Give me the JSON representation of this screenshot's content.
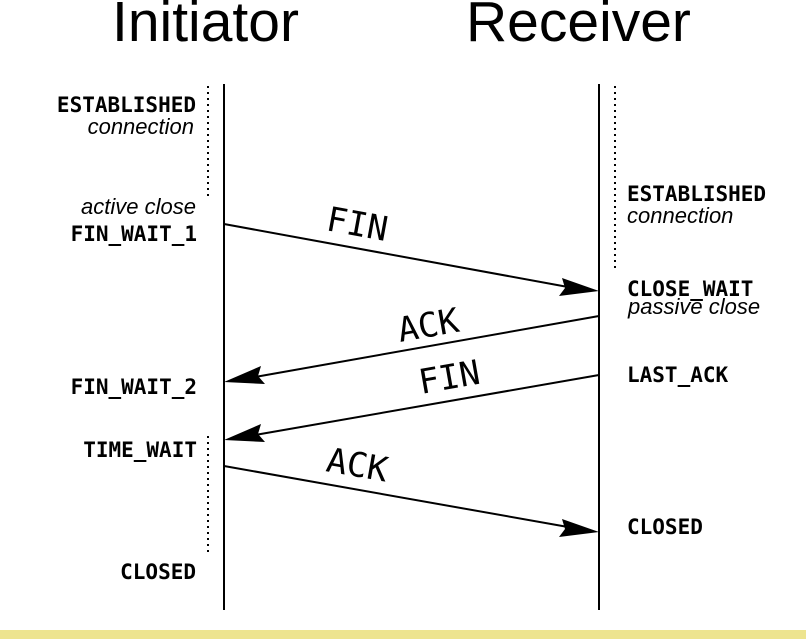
{
  "headers": {
    "left": "Initiator",
    "right": "Receiver"
  },
  "left_states": {
    "established": "ESTABLISHED",
    "established_note": "connection",
    "active_close_note": "active close",
    "fin_wait_1": "FIN_WAIT_1",
    "fin_wait_2": "FIN_WAIT_2",
    "time_wait": "TIME_WAIT",
    "closed": "CLOSED"
  },
  "right_states": {
    "established": "ESTABLISHED",
    "established_note": "connection",
    "close_wait": "CLOSE_WAIT",
    "passive_close_note": "passive close",
    "last_ack": "LAST_ACK",
    "closed": "CLOSED"
  },
  "messages": {
    "fin_1": "FIN",
    "ack_1": "ACK",
    "fin_2": "FIN",
    "ack_2": "ACK"
  },
  "colors": {
    "line": "#000000",
    "footer_bar": "#ede48f"
  }
}
